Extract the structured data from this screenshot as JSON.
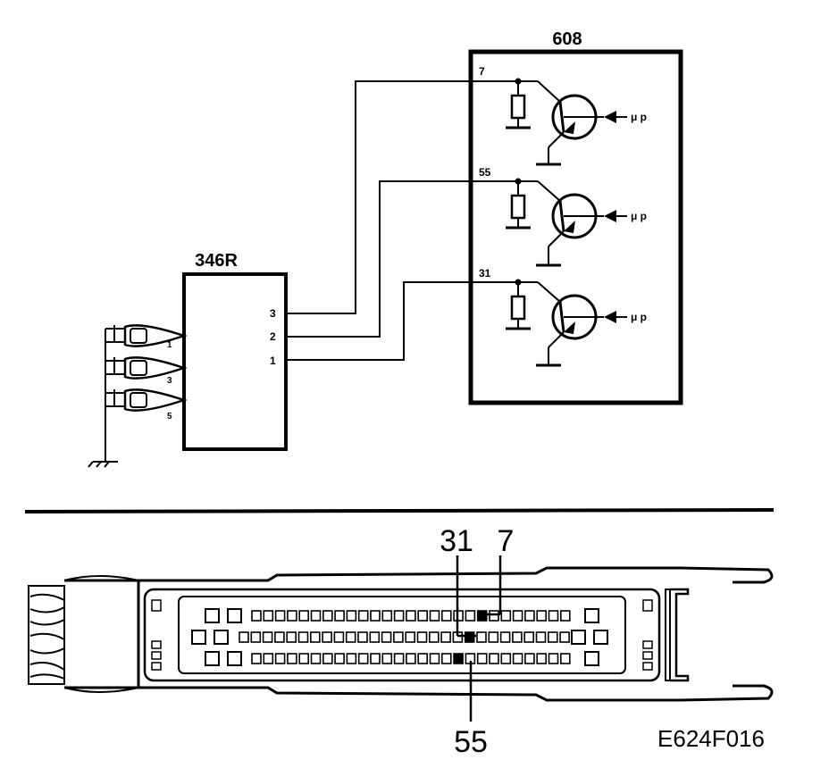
{
  "labels": {
    "ecu_box": "608",
    "sensor_box": "346R",
    "figure_code": "E624F016"
  },
  "ecu_pins": [
    {
      "pin": "7"
    },
    {
      "pin": "55"
    },
    {
      "pin": "31"
    }
  ],
  "ecu_input_label": "μ p",
  "sensor_pins": [
    "3",
    "2",
    "1"
  ],
  "probe_numbers": [
    "1",
    "3",
    "5"
  ],
  "connector_callouts": {
    "top_left": "31",
    "top_right": "7",
    "bottom": "55"
  },
  "colors": {
    "ink": "#000000",
    "paper": "#ffffff"
  }
}
